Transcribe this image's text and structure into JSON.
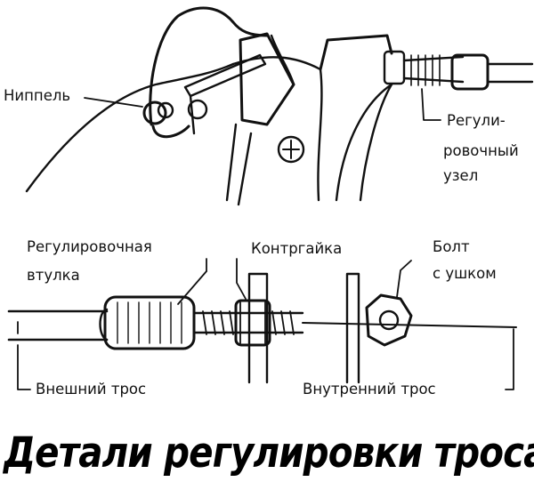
{
  "title": "Детали регулировки троса",
  "labels": {
    "nipple": "Ниппель",
    "adjuster_unit_1": "Регули-",
    "adjuster_unit_2": "ровочный",
    "adjuster_unit_3": "узел",
    "adjuster_sleeve_1": "Регулировочная",
    "adjuster_sleeve_2": "втулка",
    "locknut": "Контргайка",
    "eye_bolt_1": "Болт",
    "eye_bolt_2": "с ушком",
    "outer_cable": "Внешний трос",
    "inner_cable": "Внутренний трос"
  },
  "colors": {
    "ink": "#111111",
    "background": "#ffffff"
  }
}
